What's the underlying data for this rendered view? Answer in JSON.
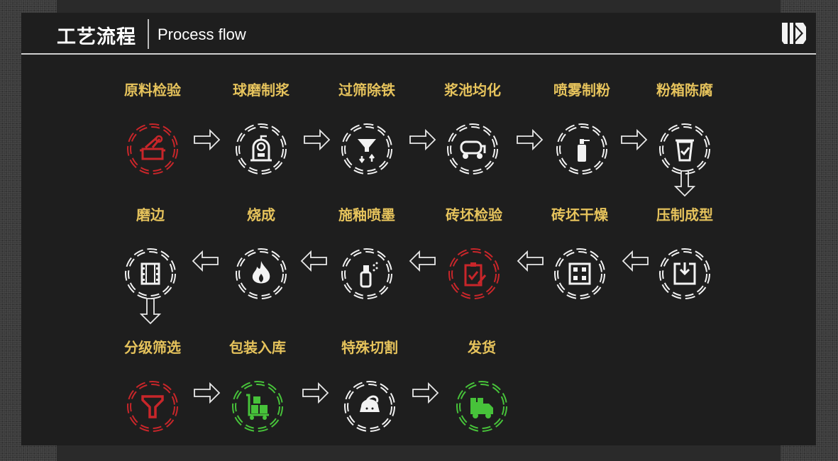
{
  "header": {
    "title_cn": "工艺流程",
    "title_en": "Process flow",
    "logo": "K"
  },
  "colors": {
    "label": "#e6c35c",
    "white": "#f2f2f2",
    "red": "#c8262a",
    "green": "#47c23a"
  },
  "steps": [
    {
      "label": "原料检验",
      "icon": "pot-icon",
      "color": "red"
    },
    {
      "label": "球磨制浆",
      "icon": "ball-mill-icon",
      "color": "white"
    },
    {
      "label": "过筛除铁",
      "icon": "funnel-sieve-icon",
      "color": "white"
    },
    {
      "label": "浆池均化",
      "icon": "tank-truck-icon",
      "color": "white"
    },
    {
      "label": "喷雾制粉",
      "icon": "spray-can-icon",
      "color": "white"
    },
    {
      "label": "粉箱陈腐",
      "icon": "bin-check-icon",
      "color": "white"
    },
    {
      "label": "压制成型",
      "icon": "press-down-icon",
      "color": "white"
    },
    {
      "label": "砖坯干燥",
      "icon": "tile-grid-icon",
      "color": "white"
    },
    {
      "label": "砖坯检验",
      "icon": "clipboard-check-icon",
      "color": "red"
    },
    {
      "label": "施釉喷墨",
      "icon": "spray-bottle-icon",
      "color": "white"
    },
    {
      "label": "烧成",
      "icon": "fire-icon",
      "color": "white"
    },
    {
      "label": "磨边",
      "icon": "film-edge-icon",
      "color": "white"
    },
    {
      "label": "分级筛选",
      "icon": "filter-icon",
      "color": "red"
    },
    {
      "label": "包装入库",
      "icon": "boxes-cart-icon",
      "color": "green"
    },
    {
      "label": "特殊切割",
      "icon": "saw-icon",
      "color": "white"
    },
    {
      "label": "发货",
      "icon": "delivery-truck-icon",
      "color": "green"
    }
  ]
}
